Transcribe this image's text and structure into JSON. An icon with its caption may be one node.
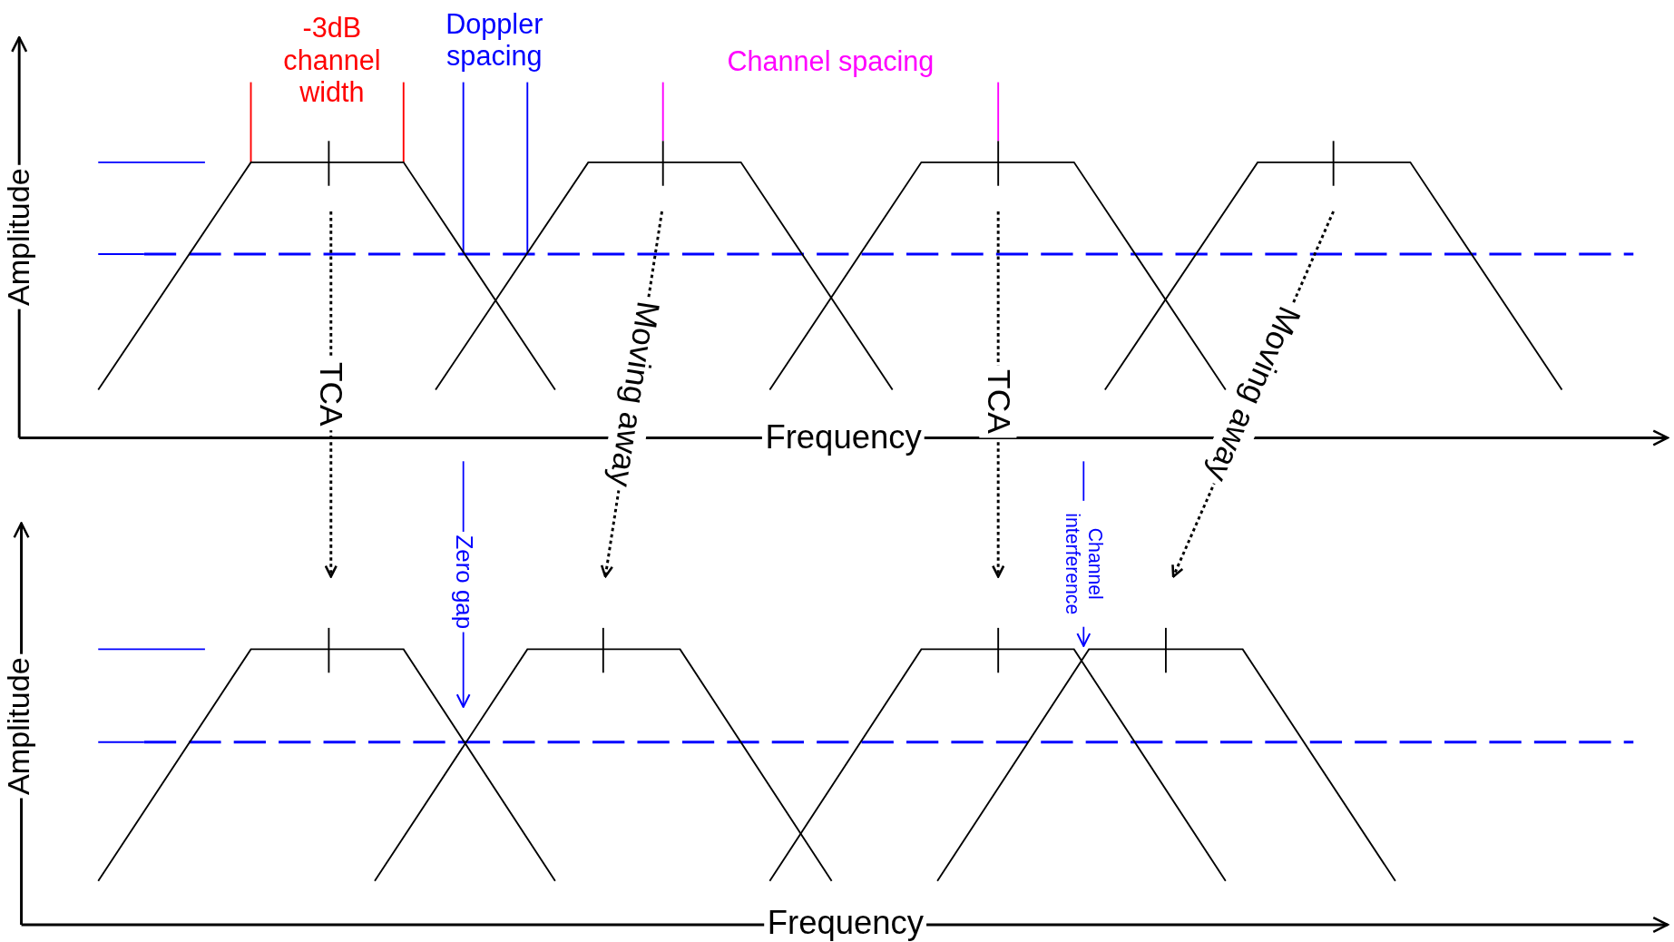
{
  "diagram": {
    "nodes": [
      {
        "text": [],
        "shape": "trapezoid"
      },
      {
        "text": [],
        "shape": "trapezoid"
      },
      {
        "text": [],
        "shape": "trapezoid"
      },
      {
        "text": [],
        "shape": "trapezoid"
      },
      {
        "text": [],
        "shape": "trapezoid"
      },
      {
        "text": [],
        "shape": "trapezoid"
      },
      {
        "text": [],
        "shape": "trapezoid"
      },
      {
        "text": [],
        "shape": "trapezoid"
      }
    ],
    "edges": [
      {
        "from": 0,
        "to": 4,
        "arrow": "to",
        "label": "TCA",
        "style": "dashed"
      },
      {
        "from": 1,
        "to": 5,
        "arrow": "to",
        "label": "Moving away",
        "style": "dashed"
      },
      {
        "from": 2,
        "to": 6,
        "arrow": "to",
        "label": "TCA",
        "style": "dashed"
      },
      {
        "from": 3,
        "to": 7,
        "arrow": "to",
        "label": "Moving away",
        "style": "dashed"
      }
    ],
    "labels": [
      "-3dB channel width",
      "Doppler spacing",
      "Channel spacing",
      "Amplitude",
      "Frequency",
      "Zero gap",
      "Channel interference",
      "Amplitude",
      "Frequency"
    ]
  }
}
